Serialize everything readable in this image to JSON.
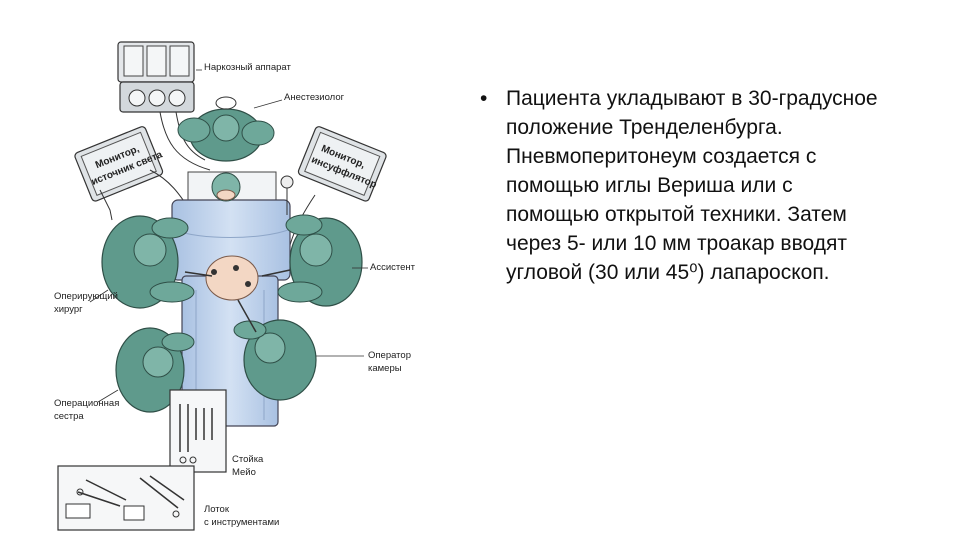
{
  "labels": {
    "anesthesia_machine": "Наркозный аппарат",
    "anesthesiologist": "Анестезиолог",
    "monitor_light_line1": "Монитор,",
    "monitor_light_line2": "источник света",
    "monitor_insufflator_line1": "Монитор,",
    "monitor_insufflator_line2": "инсуффлятор",
    "assistant": "Ассистент",
    "surgeon_line1": "Оперирующий",
    "surgeon_line2": "хирург",
    "camera_operator_line1": "Оператор",
    "camera_operator_line2": "камеры",
    "nurse_line1": "Операционная",
    "nurse_line2": "сестра",
    "mayo_stand_line1": "Стойка",
    "mayo_stand_line2": "Мейо",
    "instrument_tray_line1": "Лоток",
    "instrument_tray_line2": "с инструментами"
  },
  "bullet": "•",
  "text": "Пациента укладывают в 30-градусное положение Тренделенбурга. Пневмоперитонеум создается с помощью иглы Вериша или с помощью открытой техники. Затем через 5- или 10 мм троакар вводят угловой (30 или 45⁰) лапароскоп.",
  "colors": {
    "scrub_green": "#5f9a8c",
    "scrub_dark": "#3f6f64",
    "drape_blue": "#bcd0ea",
    "device_gray": "#d9dde0",
    "line": "#333333"
  }
}
